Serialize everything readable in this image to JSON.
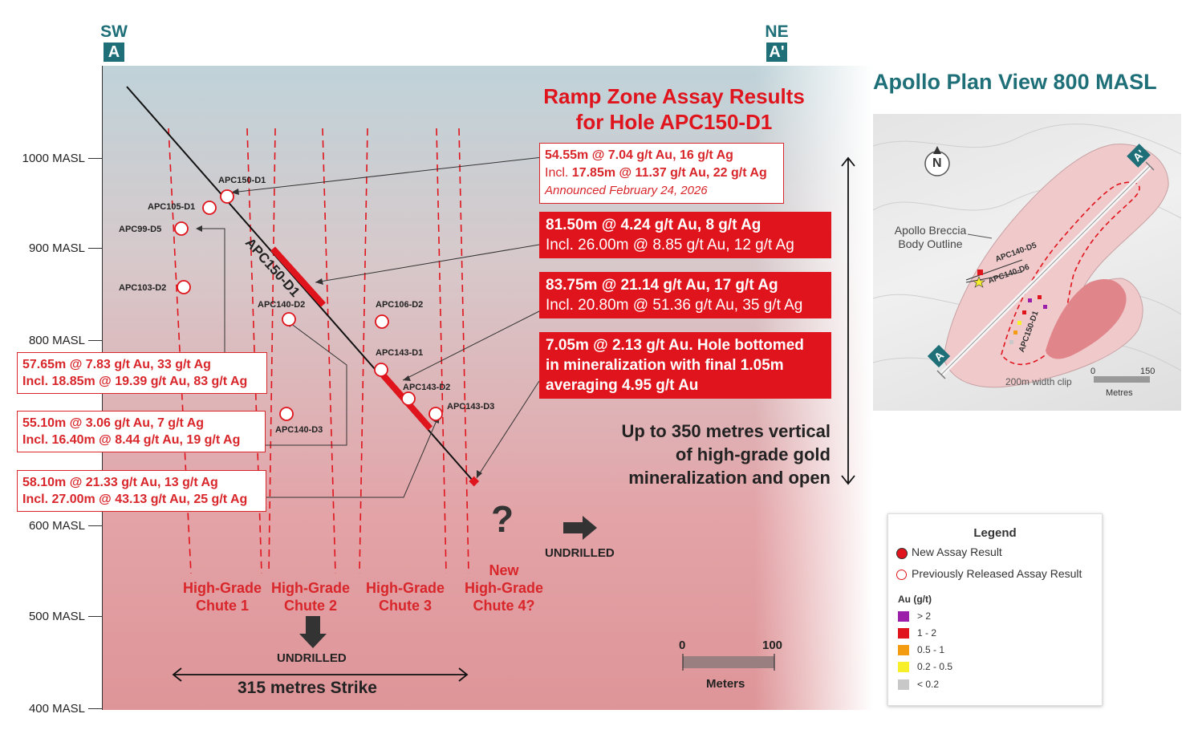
{
  "direction": {
    "left": "SW",
    "left_tag": "A",
    "right": "NE",
    "right_tag": "A'"
  },
  "elevations": [
    "1000 MASL",
    "900 MASL",
    "800 MASL",
    "600 MASL",
    "500 MASL",
    "400 MASL"
  ],
  "title": {
    "line1": "Ramp Zone Assay Results",
    "line2": "for Hole APC150-D1"
  },
  "holes": [
    "APC150-D1",
    "APC105-D1",
    "APC99-D5",
    "APC103-D2",
    "APC140-D2",
    "APC140-D3",
    "APC106-D2",
    "APC143-D1",
    "APC143-D2",
    "APC143-D3"
  ],
  "trace_label": "APC150-D1",
  "chutes": [
    {
      "line1": "High-Grade",
      "line2": "Chute 1"
    },
    {
      "line1": "High-Grade",
      "line2": "Chute 2"
    },
    {
      "line1": "High-Grade",
      "line2": "Chute 3"
    },
    {
      "line1": "New",
      "line2": "High-Grade",
      "line3": "Chute 4?"
    }
  ],
  "white_results": [
    {
      "line1": "57.65m @ 7.83 g/t Au, 33 g/t Ag",
      "line2": "Incl. 18.85m @ 19.39 g/t Au, 83 g/t Ag"
    },
    {
      "line1": "55.10m @ 3.06 g/t Au, 7 g/t Ag",
      "line2": "Incl. 16.40m @ 8.44 g/t Au, 19 g/t Ag"
    },
    {
      "line1": "58.10m @ 21.33 g/t Au, 13 g/t Ag",
      "line2": "Incl. 27.00m @ 43.13 g/t Au, 25 g/t Ag"
    }
  ],
  "announced_result": {
    "line1": "54.55m @ 7.04 g/t Au, 16 g/t Ag",
    "line2_prefix": "Incl. ",
    "line2": "17.85m @ 11.37 g/t Au, 22 g/t Ag",
    "line3": "Announced February 24, 2026"
  },
  "red_results": [
    {
      "line1": "81.50m @ 4.24 g/t Au, 8 g/t Ag",
      "line2": "Incl. 26.00m @ 8.85 g/t Au, 12 g/t Ag"
    },
    {
      "line1": "83.75m @ 21.14 g/t Au, 17 g/t Ag",
      "line2": "Incl. 20.80m @ 51.36 g/t Au, 35 g/t Ag"
    },
    {
      "line1": "7.05m @ 2.13 g/t Au. Hole bottomed",
      "line2": "in mineralization with final 1.05m",
      "line3": "averaging 4.95 g/t Au"
    }
  ],
  "vertical_note": {
    "line1": "Up to 350 metres vertical",
    "line2": "of high-grade gold",
    "line3": "mineralization and open"
  },
  "question_mark": "?",
  "undrilled_right": "UNDRILLED",
  "undrilled_bottom": "UNDRILLED",
  "strike": "315 metres Strike",
  "scale": {
    "min": "0",
    "max": "100",
    "unit": "Meters"
  },
  "plan_view": {
    "title": "Apollo Plan View 800 MASL",
    "north": "N",
    "outline_label_line1": "Apollo Breccia",
    "outline_label_line2": "Body Outline",
    "hole_labels": [
      "APC140-D5",
      "APC140-D6",
      "APC150-D1"
    ],
    "tag_a": "A",
    "tag_a_prime": "A'",
    "clip": "200m width clip",
    "scale_min": "0",
    "scale_max": "150",
    "scale_unit": "Metres"
  },
  "legend": {
    "title": "Legend",
    "new_result": "New Assay Result",
    "prev_result": "Previously Released Assay Result",
    "au_title": "Au (g/t)",
    "classes": [
      {
        "label": "> 2",
        "color": "#9b1fa8"
      },
      {
        "label": "1 - 2",
        "color": "#e0141c"
      },
      {
        "label": "0.5 - 1",
        "color": "#f39c12"
      },
      {
        "label": "0.2 - 0.5",
        "color": "#f7ef2a"
      },
      {
        "label": "< 0.2",
        "color": "#c8c8c8"
      }
    ]
  },
  "colors": {
    "accent_red": "#e0141c",
    "teal": "#1e6f78"
  }
}
